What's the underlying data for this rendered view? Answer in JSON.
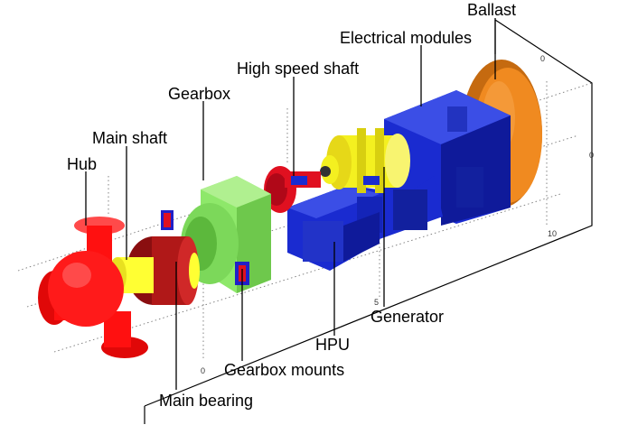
{
  "labels": {
    "ballast": "Ballast",
    "electrical_modules": "Electrical modules",
    "high_speed_shaft": "High speed shaft",
    "gearbox": "Gearbox",
    "main_shaft": "Main shaft",
    "hub": "Hub",
    "generator": "Generator",
    "hpu": "HPU",
    "gearbox_mounts": "Gearbox mounts",
    "main_bearing": "Main bearing"
  },
  "axis_ticks": {
    "x0": "0",
    "x5": "5",
    "x10": "10",
    "z0": "0",
    "y0": "0"
  },
  "colors": {
    "hub": "#ff1010",
    "main_shaft": "#ffff33",
    "main_bearing": "#b01818",
    "gearbox": "#8ee86a",
    "gearbox_mounts": "#2020c8",
    "high_speed_shaft": "#e01020",
    "generator": "#f4f020",
    "hpu": "#1a2bd0",
    "electrical_modules": "#1a2bd0",
    "ballast": "#f08a20"
  }
}
